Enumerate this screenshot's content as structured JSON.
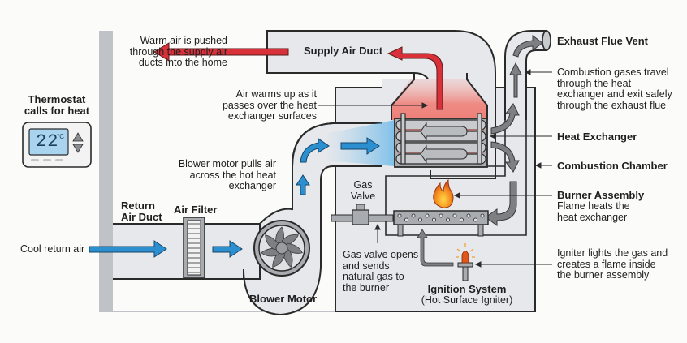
{
  "title": "How a Gas Furnace Works",
  "colors": {
    "warm_air": "#d9313a",
    "cool_air": "#2b8fd0",
    "combustion_gas": "#7d7f82",
    "duct_fill": "#e6e8eb",
    "warm_zone": "#ef7a72",
    "wall": "#bfc2c6",
    "flame_orange": "#f28a1f"
  },
  "thermostat": {
    "label": "Thermostat\ncalls for heat",
    "temperature": "22",
    "unit": "°C"
  },
  "labels": {
    "supply_air_duct": "Supply Air Duct",
    "warm_air_pushed": "Warm air is pushed\nthrough the supply air\nducts into the home",
    "air_warms": "Air warms up as it\npasses over the heat\nexchanger surfaces",
    "blower_pulls": "Blower motor pulls air\nacross the hot heat\nexchanger",
    "return_air_duct": "Return\nAir Duct",
    "air_filter": "Air Filter",
    "cool_return_air": "Cool return air",
    "blower_motor": "Blower Motor",
    "gas_valve": "Gas\nValve",
    "gas_valve_desc": "Gas valve opens\nand sends\nnatural gas to\nthe burner",
    "ignition_system": "Ignition System",
    "ignition_system_sub": "(Hot Surface Igniter)",
    "exhaust_flue_vent": "Exhaust Flue Vent",
    "combustion_gases": "Combustion gases travel\nthrough the heat\nexchanger and exit safely\nthrough the exhaust flue",
    "heat_exchanger": "Heat Exchanger",
    "combustion_chamber": "Combustion Chamber",
    "burner_assembly": "Burner Assembly",
    "burner_desc": "Flame heats the\nheat exchanger",
    "igniter_desc": "Igniter lights the gas and\ncreates a flame inside\nthe burner assembly"
  }
}
